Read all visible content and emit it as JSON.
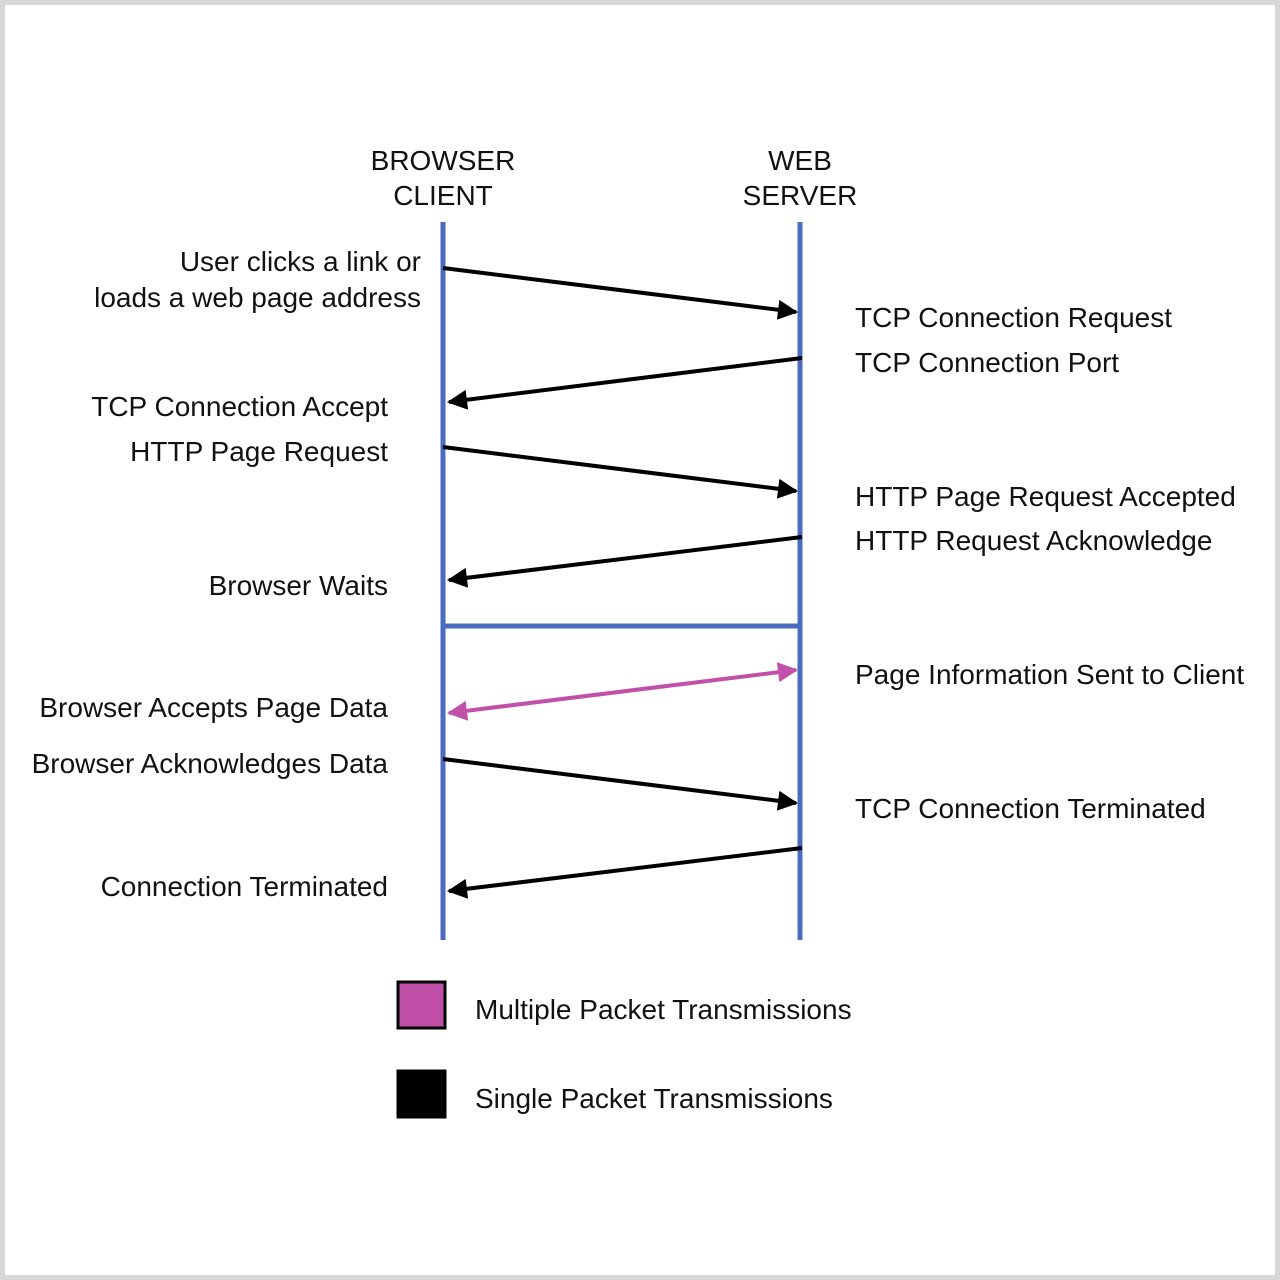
{
  "header": {
    "client": [
      "BROWSER",
      "CLIENT"
    ],
    "server": [
      "WEB",
      "SERVER"
    ]
  },
  "client_labels": [
    [
      "User clicks a link or",
      "loads a web page address"
    ],
    [
      "TCP Connection Accept"
    ],
    [
      "HTTP Page Request"
    ],
    [
      "Browser Waits"
    ],
    [
      "Browser Accepts Page Data"
    ],
    [
      "Browser Acknowledges Data"
    ],
    [
      "Connection Terminated"
    ]
  ],
  "server_labels": [
    "TCP Connection Request",
    "TCP Connection Port",
    "HTTP Page Request Accepted",
    "HTTP Request Acknowledge",
    "Page Information Sent to Client",
    "TCP Connection Terminated"
  ],
  "messages": [
    {
      "from": "client",
      "to": "server",
      "type": "single"
    },
    {
      "from": "server",
      "to": "client",
      "type": "single"
    },
    {
      "from": "client",
      "to": "server",
      "type": "single"
    },
    {
      "from": "server",
      "to": "client",
      "type": "single"
    },
    {
      "from": "both",
      "to": "both",
      "type": "multiple"
    },
    {
      "from": "client",
      "to": "server",
      "type": "single"
    },
    {
      "from": "server",
      "to": "client",
      "type": "single"
    }
  ],
  "legend": [
    {
      "label": "Multiple Packet Transmissions",
      "color": "#c050a8"
    },
    {
      "label": "Single Packet Transmissions",
      "color": "#000000"
    }
  ],
  "colors": {
    "lifeline": "#4a6bbf",
    "single_arrow": "#000000",
    "multiple_arrow": "#c050a8"
  }
}
